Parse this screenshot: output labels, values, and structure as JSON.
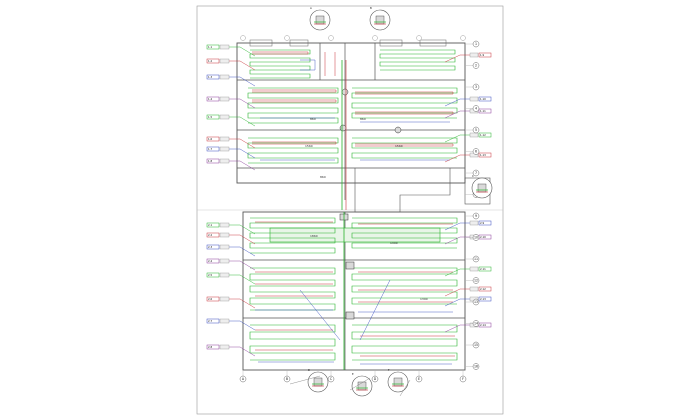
{
  "drawing": {
    "colors": {
      "paper": "#ffffff",
      "frame": "#9a9a9a",
      "walls": "#555555",
      "pipe_green": "#27b22c",
      "pipe_red": "#c8323a",
      "pipe_blue": "#3a4fc0",
      "pipe_purple": "#8a3d9a",
      "grid_line": "#b0b0b0",
      "fill_gray": "#d9d9d9"
    },
    "axes_right": [
      "1",
      "2",
      "3",
      "4",
      "5",
      "6",
      "7",
      "8",
      "9",
      "10",
      "11",
      "12",
      "13",
      "14",
      "15",
      "16"
    ],
    "axes_bottom": [
      "A",
      "B",
      "C",
      "D",
      "E",
      "F"
    ],
    "circuit_tags_left": [
      "1.1",
      "1.2",
      "1.3",
      "1.4",
      "1.5",
      "1.6",
      "1.7",
      "1.8",
      "2.1",
      "2.2",
      "2.3",
      "2.4",
      "2.5",
      "2.6",
      "2.7",
      "2.8"
    ],
    "circuit_tags_right": [
      "1.9",
      "1.10",
      "1.11",
      "1.12",
      "1.13",
      "2.9",
      "2.10",
      "2.11",
      "2.12",
      "2.13",
      "2.14"
    ],
    "dimension_labels": [
      "860",
      "860",
      "1560",
      "1560",
      "860",
      "1860",
      "1390",
      "1390"
    ],
    "detail_callouts": [
      "A",
      "B",
      "C",
      "D",
      "E",
      "F"
    ]
  }
}
